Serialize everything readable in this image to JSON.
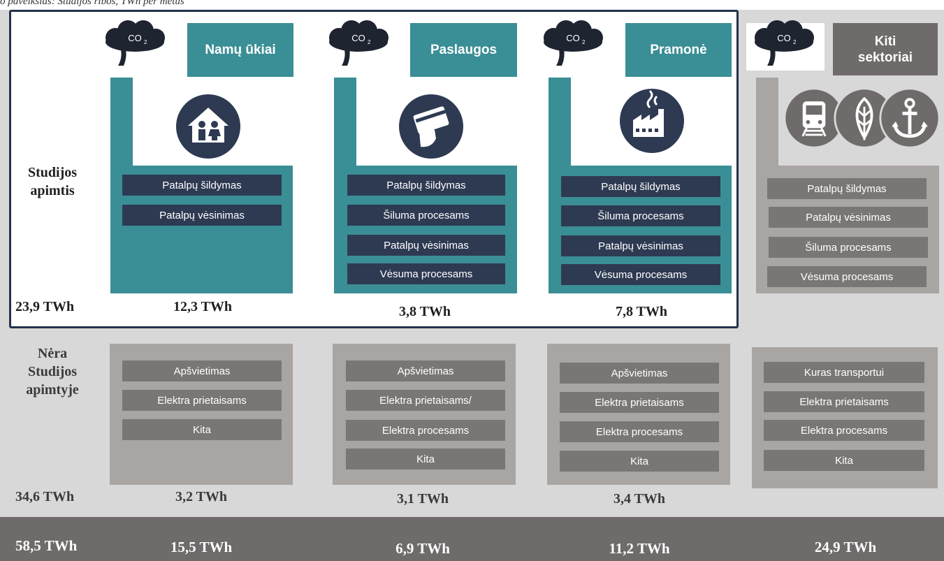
{
  "caption": "o paveikslas: Studijos ribos, TWh per metus",
  "row_labels": {
    "in_scope": "Studijos\napimtis",
    "not_in_scope": "Nėra\nStudijos\napimtyje"
  },
  "co2": "CO",
  "co2_sub": "2",
  "sectors": [
    {
      "name": "Namų ūkiai",
      "icon": "house-family-icon",
      "in_scope_items": [
        "Patalpų šildymas",
        "Patalpų vėsinimas"
      ],
      "in_scope_total": "12,3 TWh",
      "other_items": [
        "Apšvietimas",
        "Elektra prietaisams",
        "Kita"
      ],
      "other_total": "3,2 TWh",
      "grand_total": "15,5 TWh"
    },
    {
      "name": "Paslaugos",
      "icon": "card-payment-icon",
      "in_scope_items": [
        "Patalpų šildymas",
        "Šiluma procesams",
        "Patalpų vėsinimas",
        "Vėsuma procesams"
      ],
      "in_scope_total": "3,8 TWh",
      "other_items": [
        "Apšvietimas",
        "Elektra prietaisams/",
        "Elektra procesams",
        "Kita"
      ],
      "other_total": "3,1 TWh",
      "grand_total": "6,9 TWh"
    },
    {
      "name": "Pramonė",
      "icon": "factory-icon",
      "in_scope_items": [
        "Patalpų šildymas",
        "Šiluma procesams",
        "Patalpų vėsinimas",
        "Vėsuma procesams"
      ],
      "in_scope_total": "7,8 TWh",
      "other_items": [
        "Apšvietimas",
        "Elektra prietaisams",
        "Elektra procesams",
        "Kita"
      ],
      "other_total": "3,4 TWh",
      "grand_total": "11,2 TWh"
    },
    {
      "name": "Kiti\nsektoriai",
      "icons": [
        "train-icon",
        "leaf-icon",
        "anchor-icon"
      ],
      "in_scope_items": [
        "Patalpų šildymas",
        "Patalpų vėsinimas",
        "Šiluma procesams",
        "Vėsuma procesams"
      ],
      "other_items": [
        "Kuras transportui",
        "Elektra prietaisams",
        "Elektra procesams",
        "Kita"
      ],
      "grand_total": "24,9 TWh"
    }
  ],
  "totals": {
    "in_scope": "23,9 TWh",
    "not_in_scope": "34,6 TWh",
    "overall": "58,5 TWh"
  },
  "colors": {
    "teal": "#3a8e95",
    "navy": "#24324a",
    "item_dark": "#2e3a52",
    "item_gray": "#7a7675",
    "panel_gray": "#a9a5a3",
    "background_gray": "#d8d8d8",
    "bottom_bar": "#6e6b6a"
  }
}
